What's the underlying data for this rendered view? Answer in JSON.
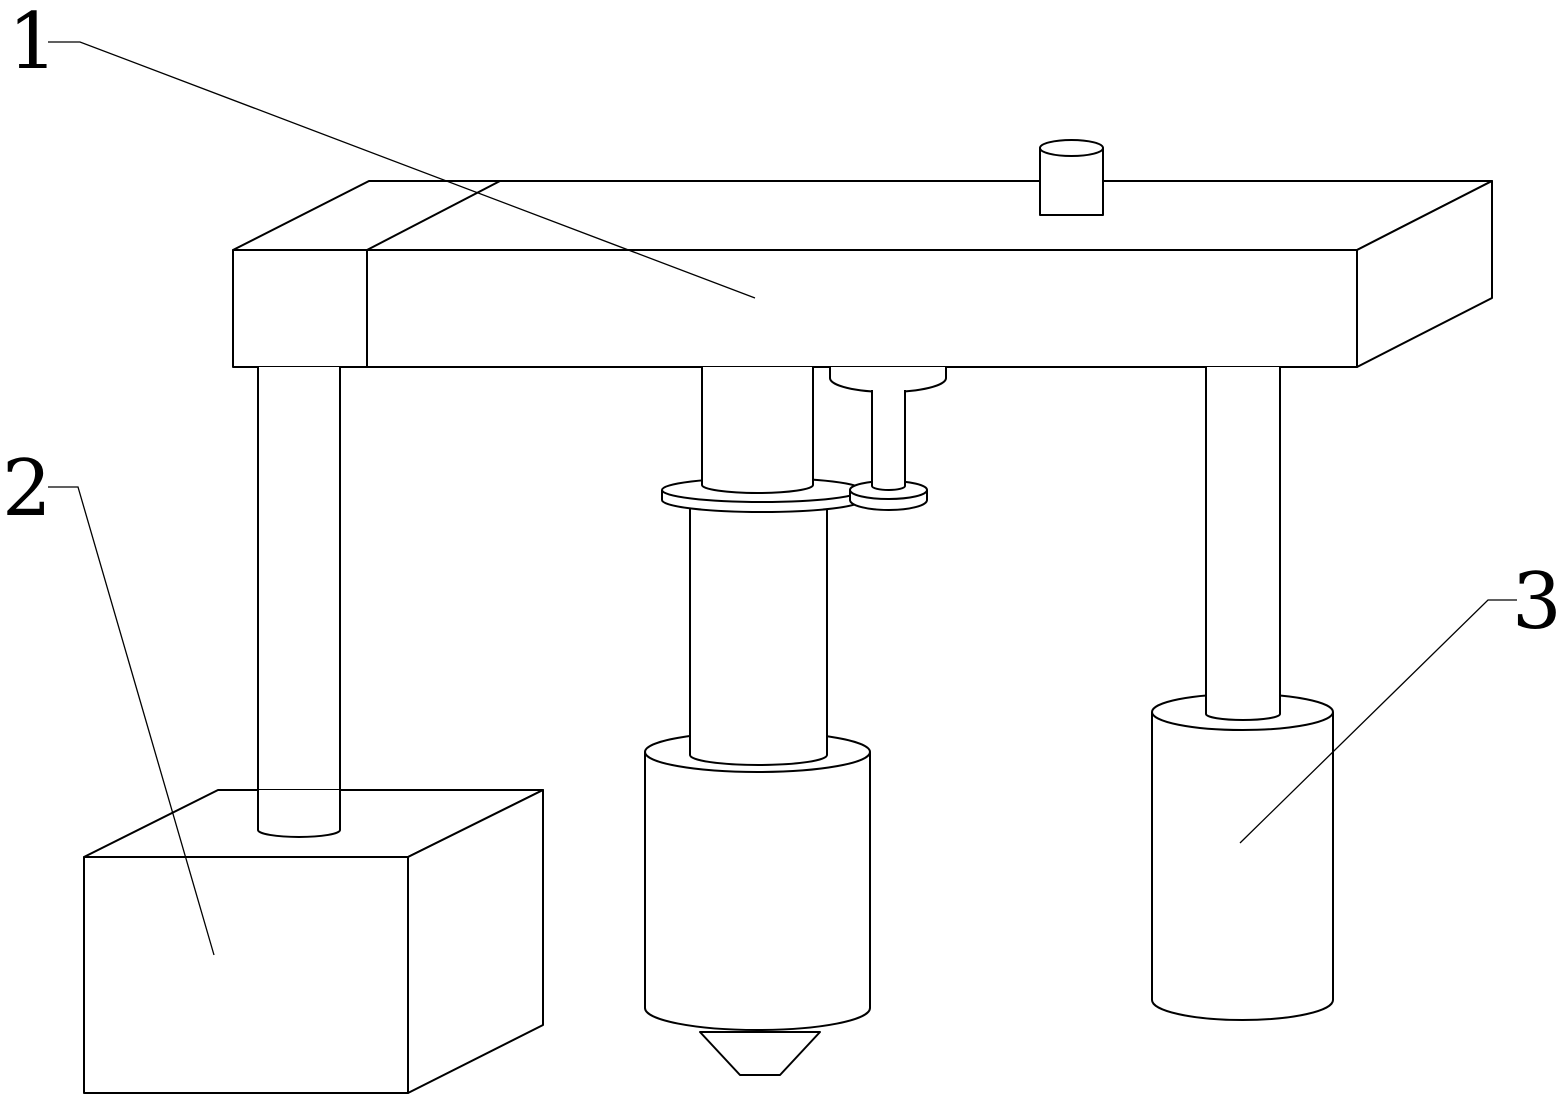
{
  "labels": {
    "beam": "1",
    "box": "2",
    "cylinder": "3"
  }
}
